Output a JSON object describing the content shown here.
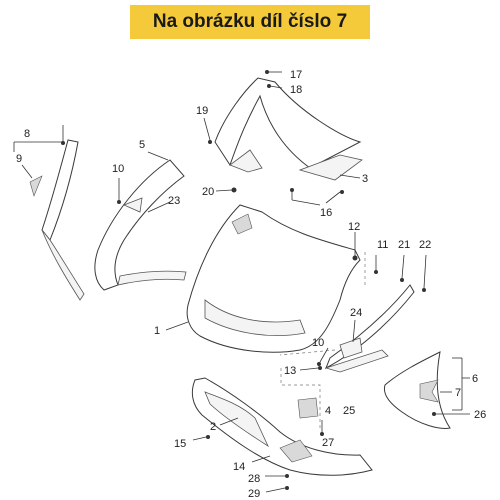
{
  "banner": {
    "text": "Na obrázku díl číslo 7"
  },
  "callouts": {
    "c1": "1",
    "c2": "2",
    "c3": "3",
    "c4": "4",
    "c5": "5",
    "c6": "6",
    "c7": "7",
    "c8": "8",
    "c9": "9",
    "c10a": "10",
    "c10b": "10",
    "c11": "11",
    "c12": "12",
    "c13": "13",
    "c14": "14",
    "c15": "15",
    "c16": "16",
    "c17": "17",
    "c18": "18",
    "c19": "19",
    "c20": "20",
    "c21": "21",
    "c22": "22",
    "c23": "23",
    "c24": "24",
    "c25": "25",
    "c26": "26",
    "c27": "27",
    "c28": "28",
    "c29": "29"
  },
  "colors": {
    "banner_bg": "#f4c93a",
    "line": "#3a3a3a"
  }
}
